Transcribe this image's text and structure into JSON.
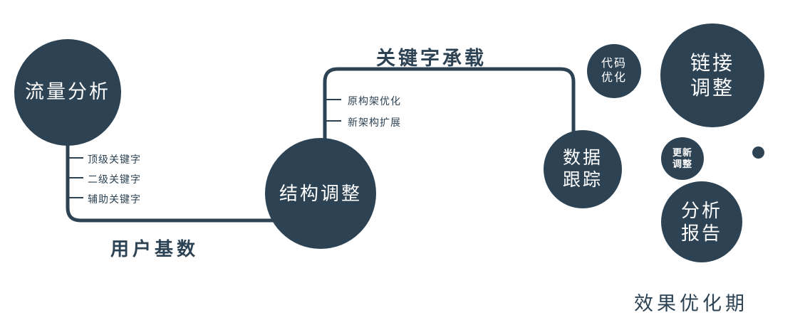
{
  "colors": {
    "primary": "#2d4354",
    "background": "#ffffff"
  },
  "nodes": {
    "traffic": {
      "label": "流量分析"
    },
    "structure": {
      "label": "结构调整"
    },
    "tracking": {
      "line1": "数据",
      "line2": "跟踪"
    },
    "code": {
      "line1": "代码",
      "line2": "优化"
    },
    "link": {
      "line1": "链接",
      "line2": "调整"
    },
    "update": {
      "line1": "更新",
      "line2": "调整"
    },
    "report": {
      "line1": "分析",
      "line2": "报告"
    }
  },
  "edge_labels": {
    "user_base": "用户基数",
    "keyword_carry": "关键字承载"
  },
  "branches": {
    "traffic": [
      "顶级关键字",
      "二级关键字",
      "辅助关键字"
    ],
    "structure": [
      "原构架优化",
      "新架构扩展"
    ]
  },
  "caption": "效果优化期"
}
